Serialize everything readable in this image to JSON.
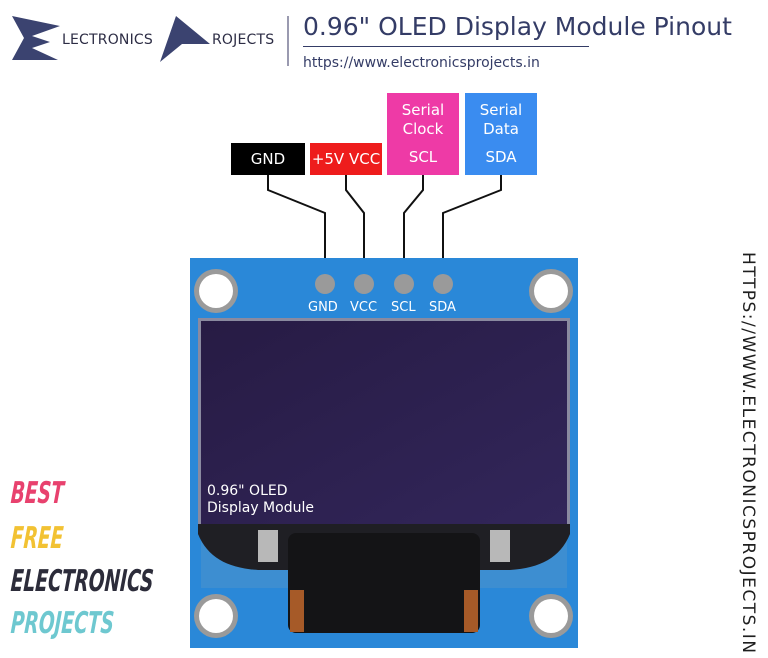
{
  "header": {
    "logo_word_1": "LECTRONICS",
    "logo_word_2": "ROJECTS",
    "title": "0.96\" OLED Display Module Pinout",
    "url": "https://www.electronicsprojects.in"
  },
  "pin_boxes": {
    "gnd": "GND",
    "vcc": "+5V VCC",
    "scl_line1": "Serial",
    "scl_line2": "Clock",
    "scl_line3": "SCL",
    "sda_line1": "Serial",
    "sda_line2": "Data",
    "sda_line3": "SDA"
  },
  "board_pins": [
    "GND",
    "VCC",
    "SCL",
    "SDA"
  ],
  "screen": {
    "line1": "0.96\" OLED",
    "line2": "Display Module"
  },
  "side_url": "HTTPS://WWW.ELECTRONICSPROJECTS.IN",
  "badge": [
    "BEST",
    "FREE",
    "ELECTRONICS",
    "PROJECTS"
  ],
  "colors": {
    "gnd_box": "#000000",
    "vcc_box": "#ee1c1c",
    "scl_box": "#ee3aa6",
    "sda_box": "#3a8cf0",
    "board": "#2a88d8",
    "screen": "#2a1d4a"
  }
}
